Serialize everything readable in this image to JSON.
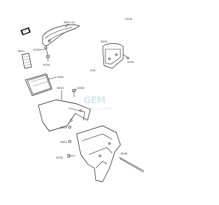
{
  "diagram_id": "F0216",
  "parts": {
    "front_fender": "35023-1/2",
    "fender_screw": "92153",
    "grommet_top": "92154",
    "warning_label": "56071",
    "flap": "14090",
    "inner_cover": "35023",
    "bolt_top": "92045",
    "mid_bracket": "35019",
    "lower_bracket": "35022",
    "rod": "39156",
    "bolt_bottom": "92153",
    "inset_rear": "35023",
    "inset_screw": "92151",
    "inset_tag": "(CA)"
  },
  "watermark": {
    "brand": "GEM",
    "tagline": "MOTORCYCLE PARTS"
  }
}
